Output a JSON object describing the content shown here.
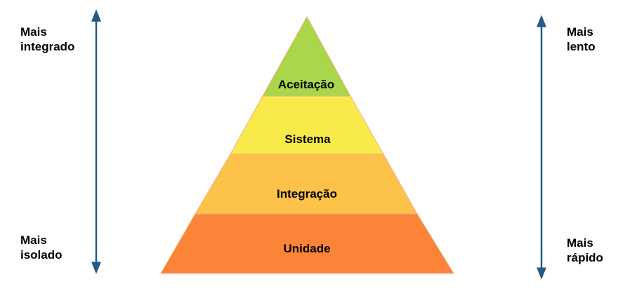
{
  "left_axis": {
    "top_line1": "Mais",
    "top_line2": "integrado",
    "bottom_line1": "Mais",
    "bottom_line2": "isolado"
  },
  "right_axis": {
    "top_line1": "Mais",
    "top_line2": "lento",
    "bottom_line1": "Mais",
    "bottom_line2": "rápido"
  },
  "pyramid": {
    "tiers": [
      {
        "label": "Aceitação",
        "color": "#a9d64a"
      },
      {
        "label": "Sistema",
        "color": "#f9ea4c"
      },
      {
        "label": "Integração",
        "color": "#fcc24a"
      },
      {
        "label": "Unidade",
        "color": "#fb8439"
      }
    ],
    "outline_color": "#f2b07a"
  },
  "colors": {
    "arrow": "#245a86"
  }
}
